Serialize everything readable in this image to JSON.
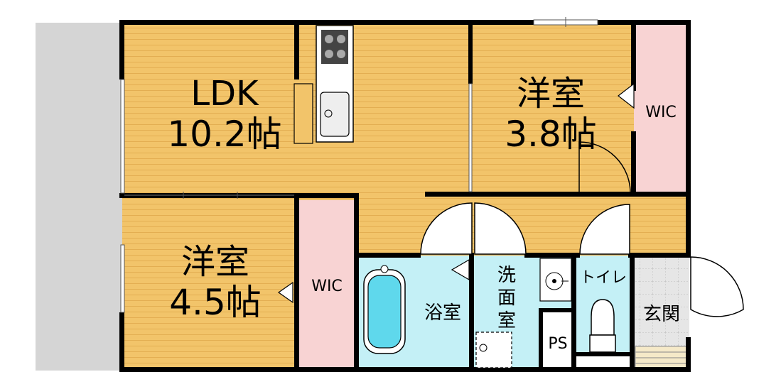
{
  "rooms": {
    "ldk": {
      "name": "LDK",
      "size": "10.2帖"
    },
    "western_a": {
      "name": "洋室",
      "size": "3.8帖"
    },
    "western_b": {
      "name": "洋室",
      "size": "4.5帖"
    },
    "wic_a": {
      "name": "WIC"
    },
    "wic_b": {
      "name": "WIC"
    },
    "bath": {
      "name": "浴室"
    },
    "washroom": {
      "chars": [
        "洗",
        "面",
        "室"
      ]
    },
    "toilet": {
      "name": "トイレ"
    },
    "ps": {
      "name": "PS"
    },
    "entrance": {
      "name": "玄関"
    }
  },
  "colors": {
    "wood_floor": "#f2c46a",
    "wic": "#f8d3d3",
    "wet_area": "#c4f0f6",
    "entrance": "#e6e6e6",
    "balcony": "#d5d5d5",
    "wall": "#000000",
    "tub": "#5fd8ec"
  }
}
